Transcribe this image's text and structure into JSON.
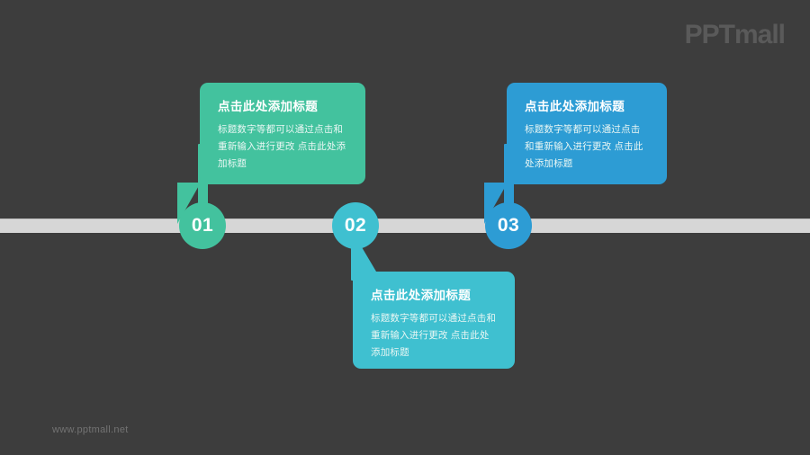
{
  "slide": {
    "background_color": "#3d3d3d",
    "brand_logo": "PPTmall",
    "watermark": "www.pptmall.net",
    "timeline": {
      "name": "horizontal-timeline-bar",
      "color": "#d6d6d6"
    }
  },
  "steps": [
    {
      "number": "01",
      "color": "#43c29e",
      "position": "above",
      "title": "点击此处添加标题",
      "body": "标题数字等都可以通过点击和重新输入进行更改 点击此处添加标题"
    },
    {
      "number": "02",
      "color": "#3fc0d0",
      "position": "below",
      "title": "点击此处添加标题",
      "body": "标题数字等都可以通过点击和重新输入进行更改 点击此处添加标题"
    },
    {
      "number": "03",
      "color": "#2d9cd4",
      "position": "above",
      "title": "点击此处添加标题",
      "body": "标题数字等都可以通过点击和重新输入进行更改 点击此处添加标题"
    }
  ]
}
